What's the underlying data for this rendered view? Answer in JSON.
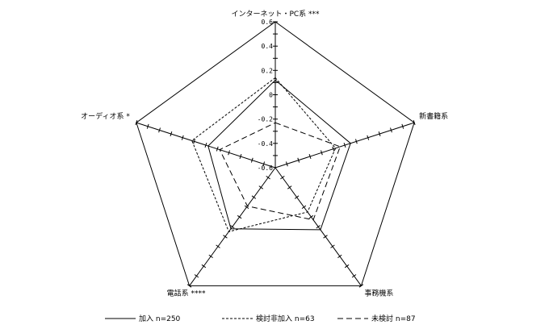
{
  "chart_data": {
    "type": "radar",
    "axes": [
      "インターネット・PC系 ***",
      "新書籍系",
      "事務機系",
      "電話系 ****",
      "オーディオ系 *"
    ],
    "rlim": [
      -0.6,
      0.6
    ],
    "ticks": [
      "0.6",
      "0.4",
      "0.2",
      "0",
      "-0.2",
      "-0.4",
      "-0.6"
    ],
    "tick_values": [
      0.6,
      0.4,
      0.2,
      0,
      -0.2,
      -0.4,
      -0.6
    ],
    "series": [
      {
        "name": "加入 n=250",
        "style": "solid",
        "values": [
          0.12,
          0.05,
          0.03,
          0.02,
          -0.02
        ]
      },
      {
        "name": "検討非加入 n=63",
        "style": "dotted",
        "values": [
          0.14,
          -0.08,
          -0.15,
          0.05,
          0.12
        ]
      },
      {
        "name": "未検討 n=87",
        "style": "dashed",
        "values": [
          -0.23,
          -0.04,
          -0.07,
          -0.21,
          -0.12
        ]
      }
    ],
    "colors": {
      "line": "#000000",
      "background": "#ffffff"
    }
  }
}
